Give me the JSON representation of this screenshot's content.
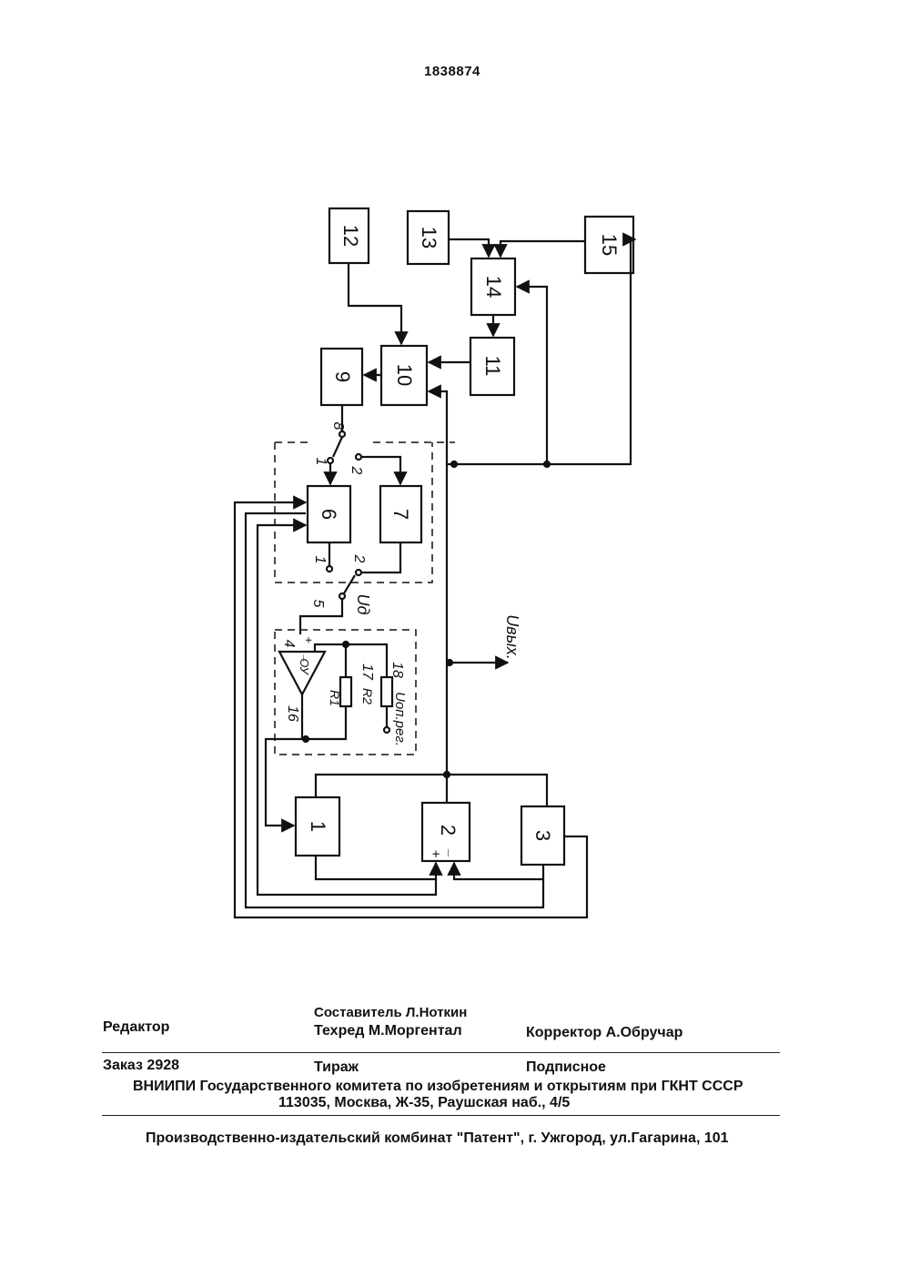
{
  "header": {
    "patent_number": "1838874"
  },
  "diagram": {
    "blocks": [
      {
        "id": "block-1",
        "label": "1"
      },
      {
        "id": "block-2",
        "label": "2"
      },
      {
        "id": "block-3",
        "label": "3"
      },
      {
        "id": "block-6",
        "label": "6"
      },
      {
        "id": "block-7",
        "label": "7"
      },
      {
        "id": "block-9",
        "label": "9"
      },
      {
        "id": "block-10",
        "label": "10"
      },
      {
        "id": "block-11",
        "label": "11"
      },
      {
        "id": "block-12",
        "label": "12"
      },
      {
        "id": "block-13",
        "label": "13"
      },
      {
        "id": "block-14",
        "label": "14"
      },
      {
        "id": "block-15",
        "label": "15"
      }
    ],
    "labels": {
      "switch8": "8",
      "switch8_pos1": "1",
      "switch8_pos2": "2",
      "switch5": "5",
      "switch5_pos1": "1",
      "switch5_pos2": "2",
      "ud": "Uд",
      "uvyx": "Uвых.",
      "opamp": "ОУ",
      "opamp_plus": "+",
      "opamp_minus": "_",
      "n4": "4",
      "n16": "16",
      "r1": "R1",
      "r2": "R2",
      "n17": "17",
      "n18": "18",
      "uop": "Uоп.рег.",
      "b2_plus": "+",
      "b2_minus": "_"
    }
  },
  "footer": {
    "editor_label": "Редактор",
    "compiler": "Составитель Л.Ноткин",
    "techred": "Техред М.Моргентал",
    "corrector": "Корректор А.Обручар",
    "order": "Заказ  2928",
    "circulation": "Тираж",
    "subscription": "Подписное",
    "vniipi": "ВНИИПИ Государственного комитета по изобретениям и открытиям при ГКНТ СССР",
    "address": "113035, Москва, Ж-35, Раушская наб., 4/5",
    "publisher": "Производственно-издательский комбинат \"Патент\", г. Ужгород, ул.Гагарина, 101"
  }
}
